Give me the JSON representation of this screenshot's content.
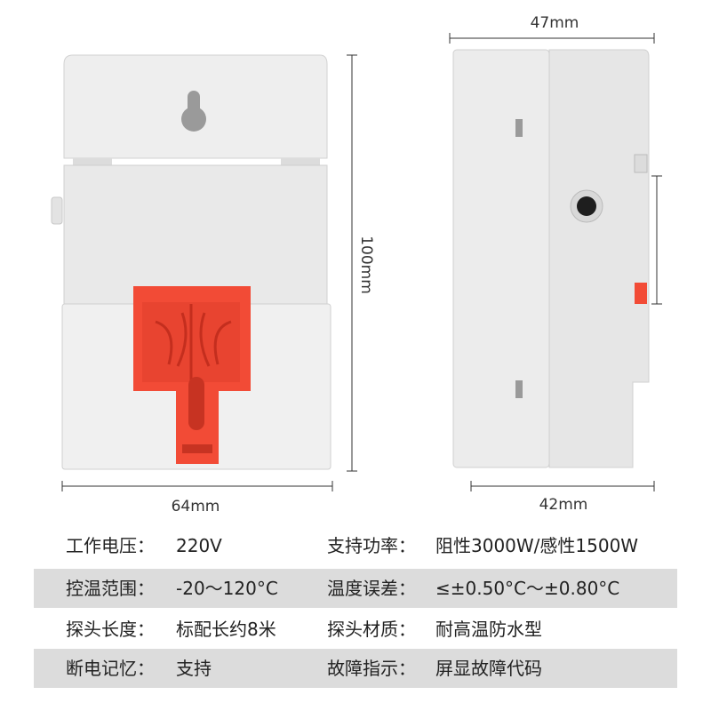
{
  "dimensions": {
    "front_width": "64mm",
    "height": "100mm",
    "side_top_width": "47mm",
    "side_bottom_width": "42mm"
  },
  "specs": [
    {
      "key1": "工作电压：",
      "val1": "220V",
      "key2": "支持功率：",
      "val2": "阻性3000W/感性1500W",
      "shaded": false
    },
    {
      "key1": "控温范围：",
      "val1": "-20～120°C",
      "key2": "温度误差：",
      "val2": "≤±0.50°C～±0.80°C",
      "shaded": true
    },
    {
      "key1": "探头长度：",
      "val1": "标配长约8米",
      "key2": "探头材质：",
      "val2": "耐高温防水型",
      "shaded": false
    },
    {
      "key1": "断电记忆：",
      "val1": "支持",
      "key2": "故障指示：",
      "val2": "屏显故障代码",
      "shaded": true
    }
  ],
  "colors": {
    "clip": "#f24b36",
    "body": "#ececec",
    "shade": "#dcdcdc"
  }
}
